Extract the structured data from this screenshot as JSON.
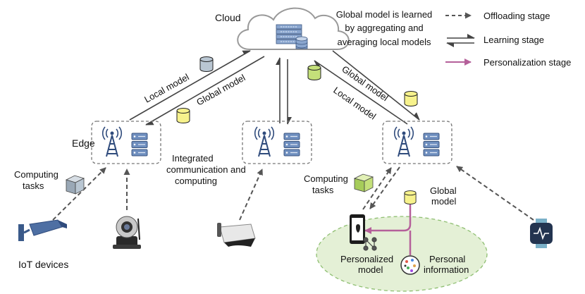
{
  "labels": {
    "cloud": "Cloud",
    "edge": "Edge",
    "iot_devices": "IoT devices",
    "computing_tasks_1a": "Computing",
    "computing_tasks_1b": "tasks",
    "computing_tasks_2a": "Computing",
    "computing_tasks_2b": "tasks",
    "integrated_1": "Integrated",
    "integrated_2": "communication and",
    "integrated_3": "computing",
    "local_model_left": "Local model",
    "global_model_left": "Global model",
    "global_model_right": "Global model",
    "local_model_right": "Local model",
    "global_model_small_1": "Global",
    "global_model_small_2": "model",
    "personalized_1": "Personalized",
    "personalized_2": "model",
    "personal_info_1": "Personal",
    "personal_info_2": "information",
    "cloud_note_1": "Global model is learned",
    "cloud_note_2": "by aggregating and",
    "cloud_note_3": "averaging local models"
  },
  "legend": {
    "offloading": "Offloading stage",
    "learning": "Learning stage",
    "personalization": "Personalization stage"
  },
  "colors": {
    "personalization": "#b5609a",
    "personal_area": "#e4f0d6",
    "model_yellow": "#f7f28c",
    "model_gray": "#b9c6d2",
    "task_green": "#c4e07a",
    "server_blue": "#6f8fbf",
    "device_dark": "#233450"
  }
}
